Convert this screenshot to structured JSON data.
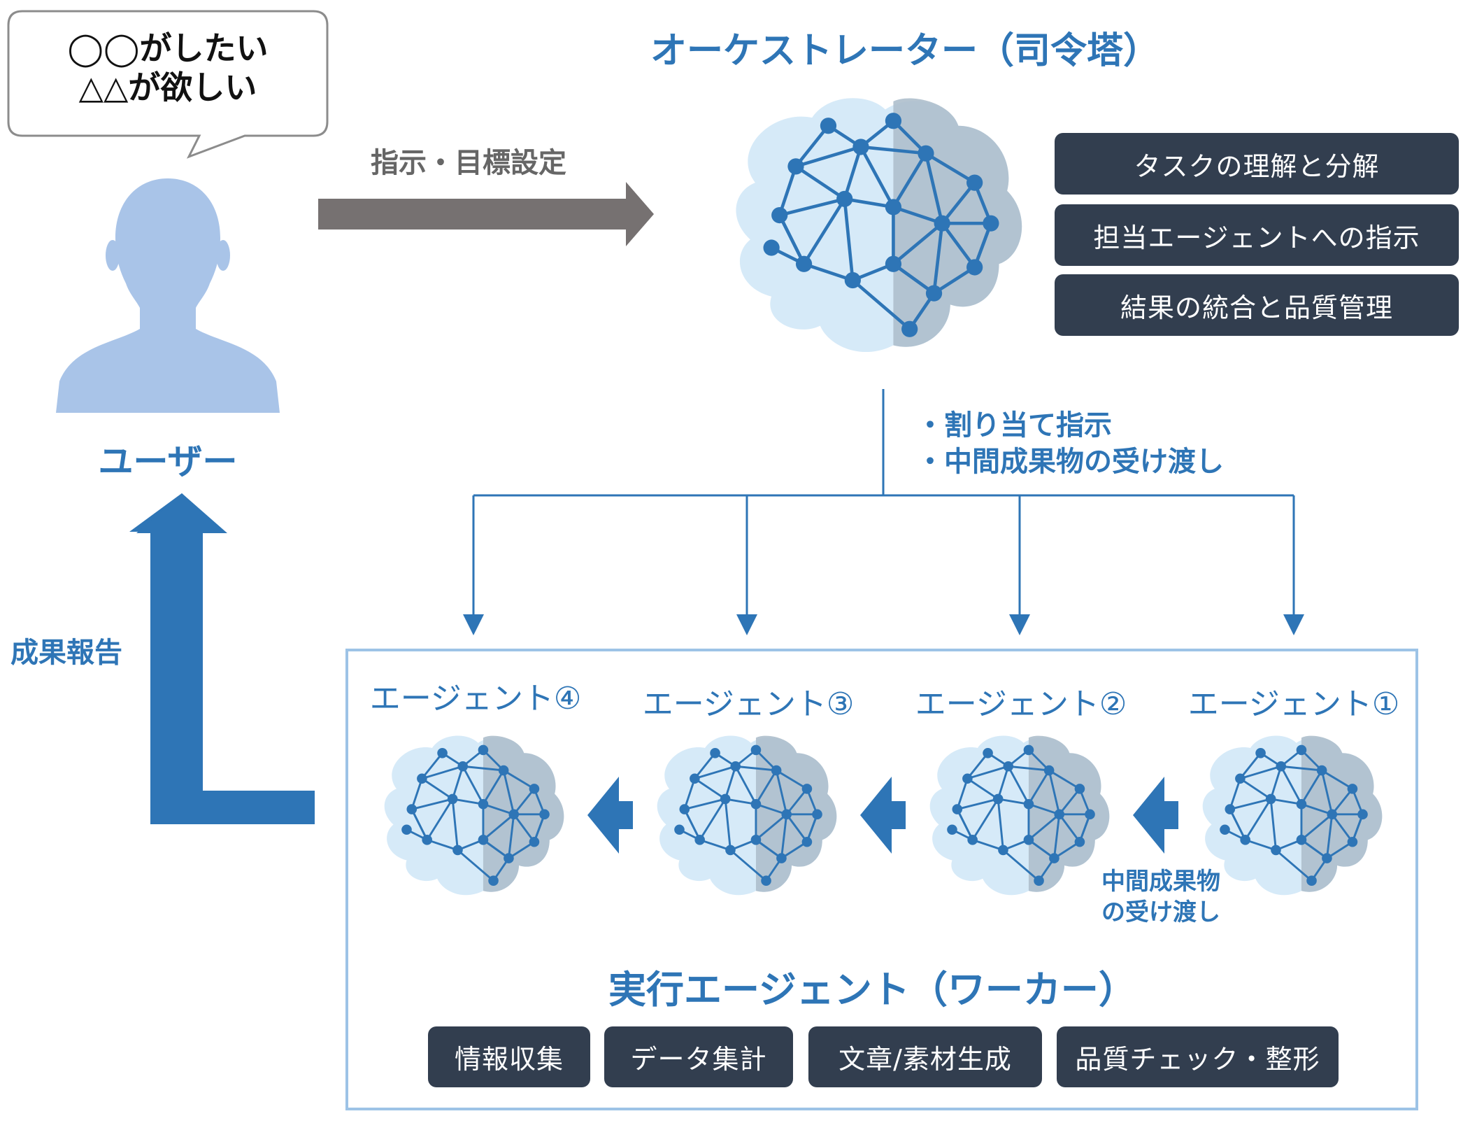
{
  "user": {
    "speech_line1": "◯◯がしたい",
    "speech_line2": "△△が欲しい",
    "label": "ユーザー",
    "report_label": "成果報告"
  },
  "flow": {
    "instruction_label": "指示・目標設定"
  },
  "orchestrator": {
    "title": "オーケストレーター（司令塔）",
    "roles": [
      "タスクの理解と分解",
      "担当エージェントへの指示",
      "結果の統合と品質管理"
    ]
  },
  "dispatch": {
    "line1": "・割り当て指示",
    "line2": "・中間成果物の受け渡し"
  },
  "agents": [
    "エージェント④",
    "エージェント③",
    "エージェント②",
    "エージェント①"
  ],
  "handoff": {
    "line1": "中間成果物",
    "line2": "の受け渡し"
  },
  "workers": {
    "title": "実行エージェント（ワーカー）",
    "tasks": [
      "情報収集",
      "データ集計",
      "文章/素材生成",
      "品質チェック・整形"
    ]
  },
  "colors": {
    "accent_blue": "#2e75b6",
    "dark_pill": "#323e4f",
    "gray_arrow": "#767171",
    "light_blue": "#9dc3e6",
    "user_silhouette": "#a9c4e8"
  }
}
